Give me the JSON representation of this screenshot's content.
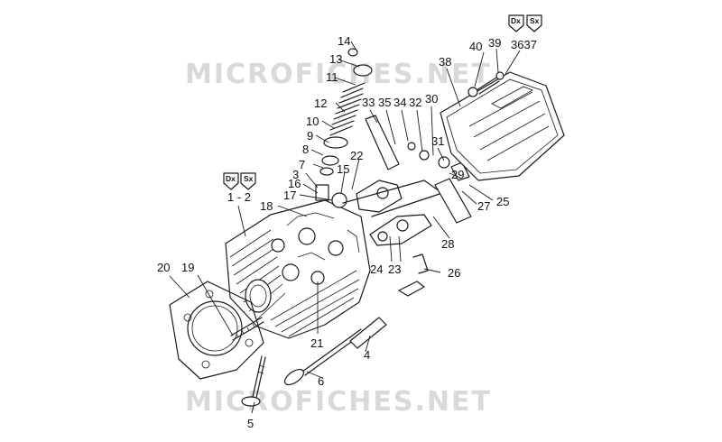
{
  "watermark": {
    "text": "MICROFICHES.NET"
  },
  "side_markers": {
    "right": "Dx",
    "left": "Sx"
  },
  "callouts": {
    "n1_2": "1 - 2",
    "n3": "3",
    "n4": "4",
    "n5": "5",
    "n6": "6",
    "n7": "7",
    "n8": "8",
    "n9": "9",
    "n10": "10",
    "n11": "11",
    "n12": "12",
    "n13": "13",
    "n14": "14",
    "n15": "15",
    "n16": "16",
    "n17": "17",
    "n18": "18",
    "n19": "19",
    "n20": "20",
    "n21": "21",
    "n22": "22",
    "n23": "23",
    "n24": "24",
    "n25": "25",
    "n26": "26",
    "n27": "27",
    "n28": "28",
    "n29": "29",
    "n30": "30",
    "n31": "31",
    "n32": "32",
    "n33": "33",
    "n34": "34",
    "n35": "35",
    "n36_37": "3637",
    "n38": "38",
    "n39": "39",
    "n40": "40"
  }
}
